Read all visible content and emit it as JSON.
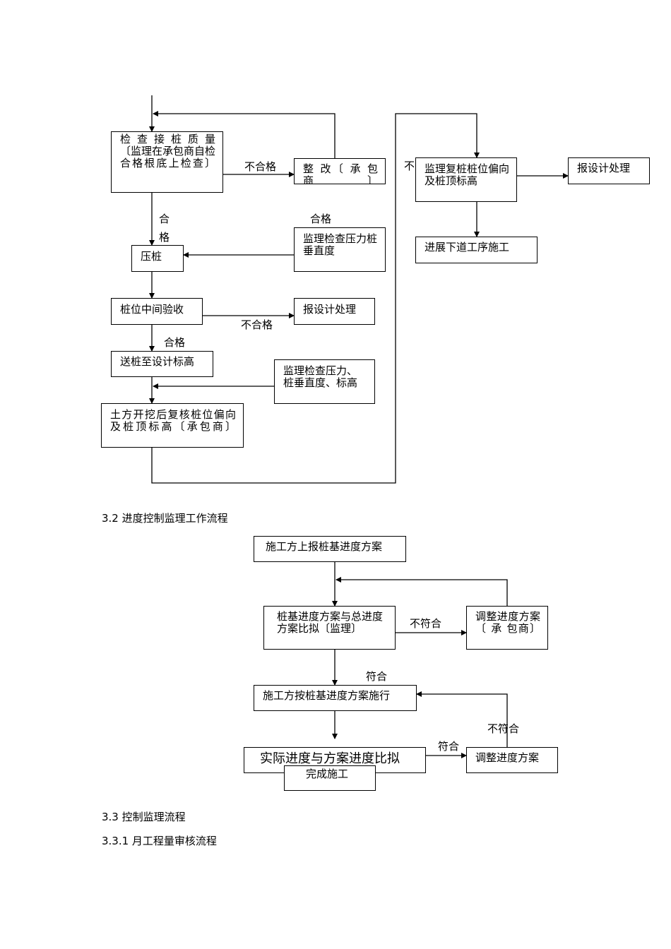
{
  "flow1": {
    "check_joint": "检 查 接 桩 质 量〔监理在承包商自检合格根底上检查〕",
    "rectify": "整 改〔 承 包商〕",
    "press_pile": "压桩",
    "check_pressure": "监理检查压力桩垂直度",
    "pile_mid_accept": "桩位中间验收",
    "report_design_1": "报设计处理",
    "send_pile": "送桩至设计标高",
    "check_pressure_elev": "监理检查压力、桩垂直度、标高",
    "excavate_recheck": "土方开挖后复核桩位偏向及桩顶标高〔承包商〕",
    "recheck_supervisor": "监理复桩桩位偏向及桩顶标高",
    "report_design_2": "报设计处理",
    "next_process": "进展下道工序施工",
    "lbl_fail_1": "不合格",
    "lbl_pass_1a": "合",
    "lbl_pass_1b": "格",
    "lbl_pass_2": "合格",
    "lbl_fail_2": "不合格",
    "lbl_pass_3": "合格",
    "lbl_fail_partial": "不"
  },
  "section_3_2": {
    "heading": "3.2  进度控制监理工作流程"
  },
  "flow2": {
    "submit_plan": "施工方上报桩基进度方案",
    "compare_plans": "桩基进度方案与总进度方案比拟〔监理〕",
    "adjust_plan_contractor": "调整进度方案〔 承 包商〕",
    "execute_plan": "施工方按桩基进度方案施行",
    "actual_compare": "实际进度与方案进度比拟",
    "complete": "完成施工",
    "adjust_plan": "调整进度方案",
    "lbl_not_match_1": "不符合",
    "lbl_match_1": "符合",
    "lbl_not_match_2": "不符合",
    "lbl_match_2": "符合"
  },
  "section_3_3": {
    "heading": "3.3  控制监理流程",
    "sub_heading": "3.3.1  月工程量审核流程"
  }
}
